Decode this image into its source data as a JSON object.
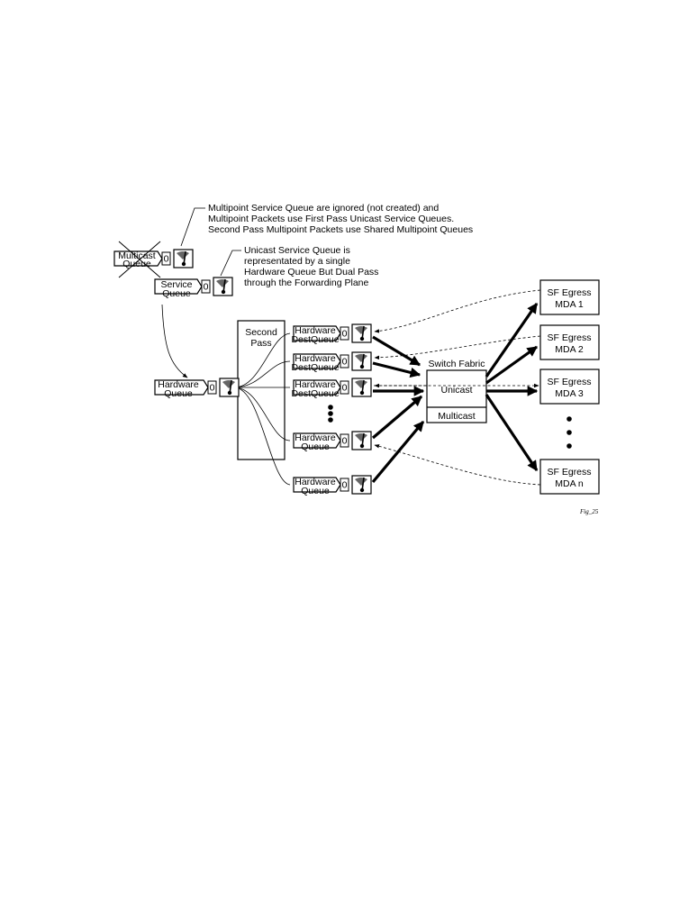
{
  "notes": {
    "multipoint": [
      "Multipoint Service Queue are ignored (not created) and",
      "Multipoint Packets use First Pass Unicast Service Queues.",
      "Second Pass Multipoint Packets use Shared Multipoint Queues"
    ],
    "unicast": [
      "Unicast Service Queue is",
      "representated by a single",
      "Hardware Queue But Dual Pass",
      "through the Forwarding Plane"
    ]
  },
  "queue_counter_glyph": "0",
  "left_queues": {
    "multicast": [
      "Multicast",
      "Queue"
    ],
    "service": [
      "Service",
      "Queue"
    ],
    "hardware": [
      "Hardware",
      "Queue"
    ]
  },
  "second_pass": [
    "Second",
    "Pass"
  ],
  "dest_queues": [
    [
      "Hardware",
      "DestQueue"
    ],
    [
      "Hardware",
      "DestQueue"
    ],
    [
      "Hardware",
      "DestQueue"
    ],
    [
      "Hardware",
      "Queue"
    ],
    [
      "Hardware",
      "Queue"
    ]
  ],
  "switch_fabric": {
    "title": "Switch Fabric",
    "unicast": "Unicast",
    "multicast": "Multicast"
  },
  "egress": [
    [
      "SF Egress",
      "MDA 1"
    ],
    [
      "SF Egress",
      "MDA 2"
    ],
    [
      "SF Egress",
      "MDA 3"
    ],
    [
      "SF Egress",
      "MDA n"
    ]
  ],
  "figure_id": "Fig_25"
}
